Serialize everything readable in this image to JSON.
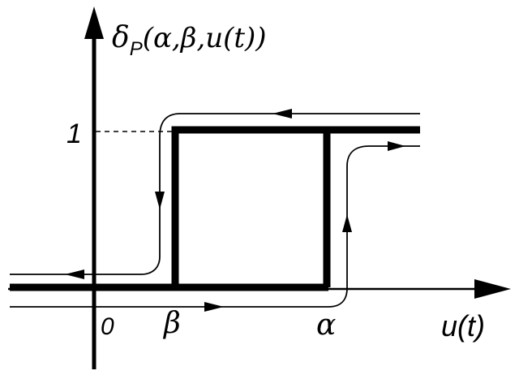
{
  "ylabel": {
    "symbol": "δ",
    "subscript": "P",
    "args": "(α,β,u(t))"
  },
  "xlabel": "u(t)",
  "tick_one": "1",
  "tick_zero": "0",
  "beta_label": "β",
  "alpha_label": "α"
}
